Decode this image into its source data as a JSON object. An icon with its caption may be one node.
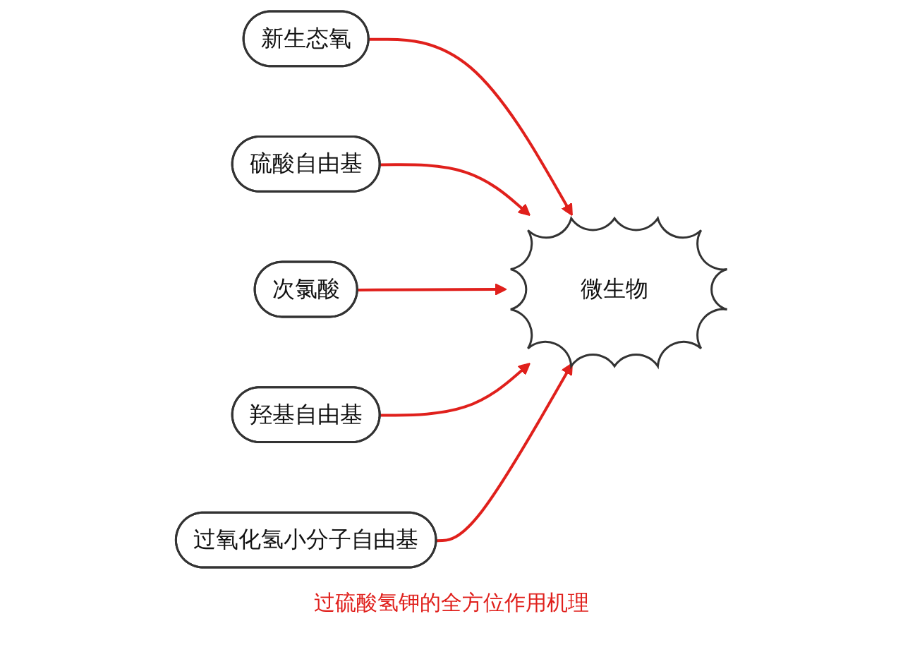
{
  "diagram": {
    "caption": "过硫酸氢钾的全方位作用机理",
    "nodes": [
      {
        "text": [
          "新生态氧"
        ]
      },
      {
        "text": [
          "硫酸自由基"
        ]
      },
      {
        "text": [
          "次氯酸"
        ]
      },
      {
        "text": [
          "微生物"
        ]
      },
      {
        "text": [
          "羟基自由基"
        ]
      },
      {
        "text": [
          "过氧化氢小分子自由基"
        ]
      }
    ],
    "edges": [
      {
        "from": 0,
        "to": 3,
        "arrow": "to"
      },
      {
        "from": 1,
        "to": 3,
        "arrow": "to"
      },
      {
        "from": 2,
        "to": 3,
        "arrow": "to"
      },
      {
        "from": 4,
        "to": 3,
        "arrow": "to"
      },
      {
        "from": 5,
        "to": 3,
        "arrow": "to"
      }
    ]
  }
}
